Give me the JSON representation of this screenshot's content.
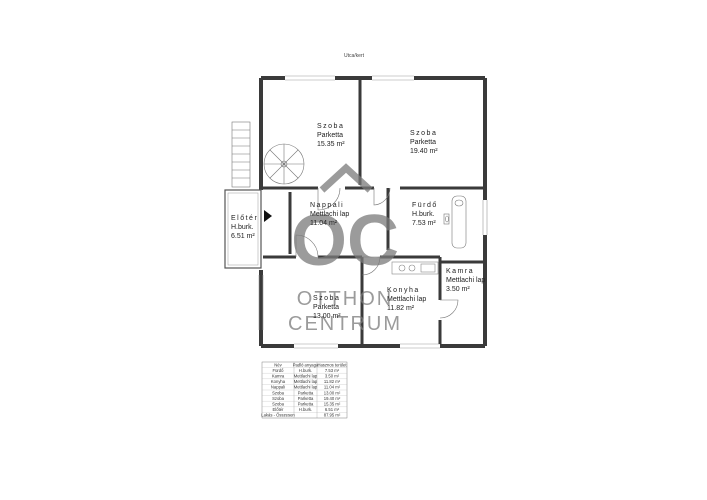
{
  "plan": {
    "top_label": "Utca/kert",
    "rooms": [
      {
        "id": "szoba-1",
        "name": "Szoba",
        "floor": "Parketta",
        "area": "15.35 m²"
      },
      {
        "id": "szoba-2",
        "name": "Szoba",
        "floor": "Parketta",
        "area": "19.40 m²"
      },
      {
        "id": "nappali",
        "name": "Nappali",
        "floor": "Mettlachi lap",
        "area": "11.04 m²"
      },
      {
        "id": "furdo",
        "name": "Fürdő",
        "floor": "H.burk.",
        "area": "7.53 m²"
      },
      {
        "id": "eloter",
        "name": "Előtér",
        "floor": "H.burk.",
        "area": "6.51 m²"
      },
      {
        "id": "kamra",
        "name": "Kamra",
        "floor": "Mettlachi lap",
        "area": "3.50 m²"
      },
      {
        "id": "szoba-3",
        "name": "Szoba",
        "floor": "Parketta",
        "area": "13.00 m²"
      },
      {
        "id": "konyha",
        "name": "Konyha",
        "floor": "Mettlachi lap",
        "area": "11.82 m²"
      }
    ]
  },
  "watermark": {
    "logo": "OC",
    "line1": "OTTHON",
    "line2": "CENTRUM"
  },
  "area_table": {
    "headers": [
      "Név",
      "Padló anyaga",
      "Hasznos terület"
    ],
    "rows": [
      [
        "Fürdő",
        "H.burk.",
        "7.53 m²"
      ],
      [
        "Kamra",
        "Mettlachi lap",
        "3.50 m²"
      ],
      [
        "Konyha",
        "Mettlachi lap",
        "11.82 m²"
      ],
      [
        "Nappali",
        "Mettlachi lap",
        "11.04 m²"
      ],
      [
        "Szoba",
        "Parketta",
        "13.00 m²"
      ],
      [
        "Szoba",
        "Parketta",
        "19.40 m²"
      ],
      [
        "Szoba",
        "Parketta",
        "15.35 m²"
      ],
      [
        "Előtér",
        "H.burk.",
        "6.51 m²"
      ]
    ],
    "total": [
      "Lakás - Összesen",
      "",
      "87.95 m²"
    ]
  }
}
